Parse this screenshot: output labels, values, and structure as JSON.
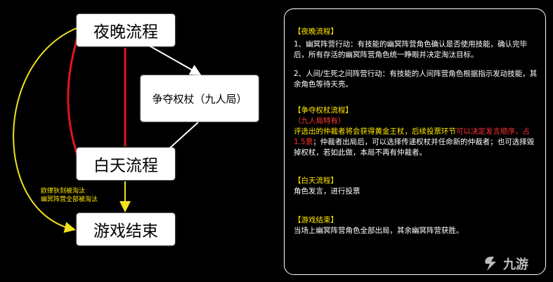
{
  "nodes": {
    "night": "夜晚流程",
    "struggle": "争夺权杖（九人局）",
    "day": "白天流程",
    "end": "游戏结束"
  },
  "side_note": [
    "欧律狄刻被淘汰",
    "幽冥阵营全部被淘汰"
  ],
  "panel": {
    "night_title": "【夜晚流程】",
    "night_p1": "1、幽冥阵营行动：有技能的幽冥阵营角色确认是否使用技能，确认完毕后，所有存活的幽冥阵营角色统一睁眼并决定淘汰目标。",
    "night_p2": "2、人间/生死之间阵营行动：有技能的人间阵营角色根据指示发动技能，其余角色等待天亮。",
    "struggle_title": "【争夺权杖流程】",
    "struggle_sub": "（九人局特有）",
    "struggle_body_a": "评选出的仲裁者将会获得黄金王杖，后续投票环节",
    "struggle_body_b": "可以决定发言顺序，占1.5票",
    "struggle_body_c": "；仲裁者出局后，可以选择传递权杖并任命新的仲裁者；也可选择毁掉权杖，若如此做，本局不再有仲裁者。",
    "day_title": "【白天流程】",
    "day_body": "角色发言，进行投票",
    "end_title": "【游戏结束】",
    "end_body": "当场上幽冥阵营角色全部出局，其余幽冥阵营获胜。"
  },
  "watermark": "九游",
  "colors": {
    "red": "#e0141e",
    "yellow": "#f2e21b",
    "white": "#ffffff",
    "heading": "#ffe600"
  }
}
